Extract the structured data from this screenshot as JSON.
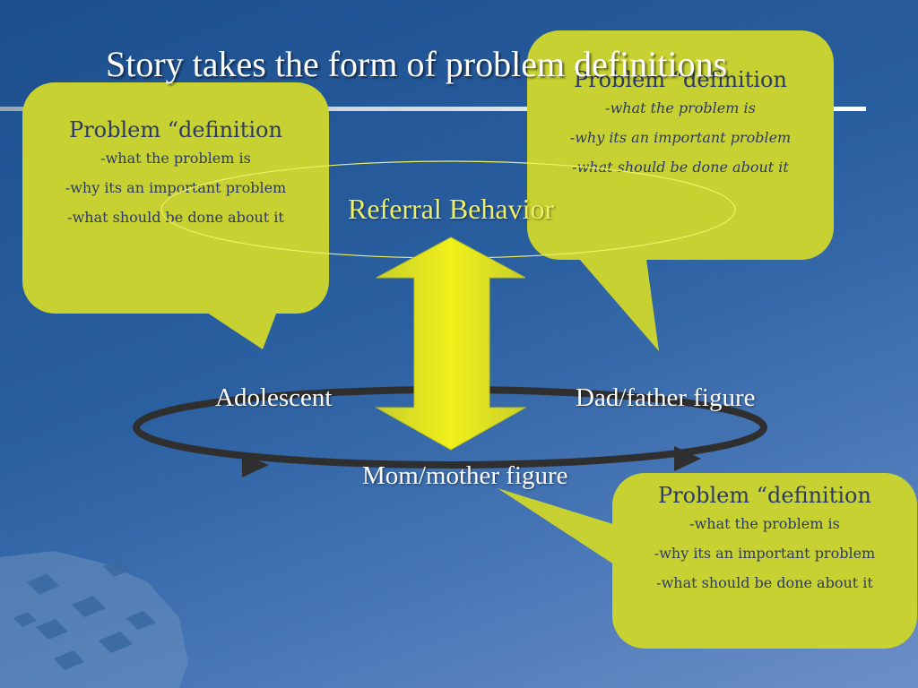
{
  "slide": {
    "title": "Story takes the form of problem definitions",
    "center_label": "Referral Behavior",
    "nodes": {
      "adolescent": "Adolescent",
      "dad": "Dad/father figure",
      "mom": "Mom/mother figure"
    }
  },
  "callouts": {
    "left": {
      "heading": "Problem “definition",
      "lines": [
        "-what  the problem is",
        "-why its an important problem",
        "-what should be done about it"
      ]
    },
    "right": {
      "heading": "Problem “definition",
      "lines": [
        "-what the problem is",
        "-why its an important problem",
        "-what should be done about it"
      ]
    },
    "bottom": {
      "heading": "Problem “definition",
      "lines": [
        "-what the problem is",
        "-why its an important problem",
        "-what should be done about it"
      ]
    }
  },
  "colors": {
    "callout_fill": "#c7d131",
    "callout_text": "#2d3a66",
    "arrow_fill": "#e4e81c",
    "referral_text": "#eef06a",
    "cycle_stroke": "#2f2f2f",
    "background": "#2a5fa0"
  }
}
